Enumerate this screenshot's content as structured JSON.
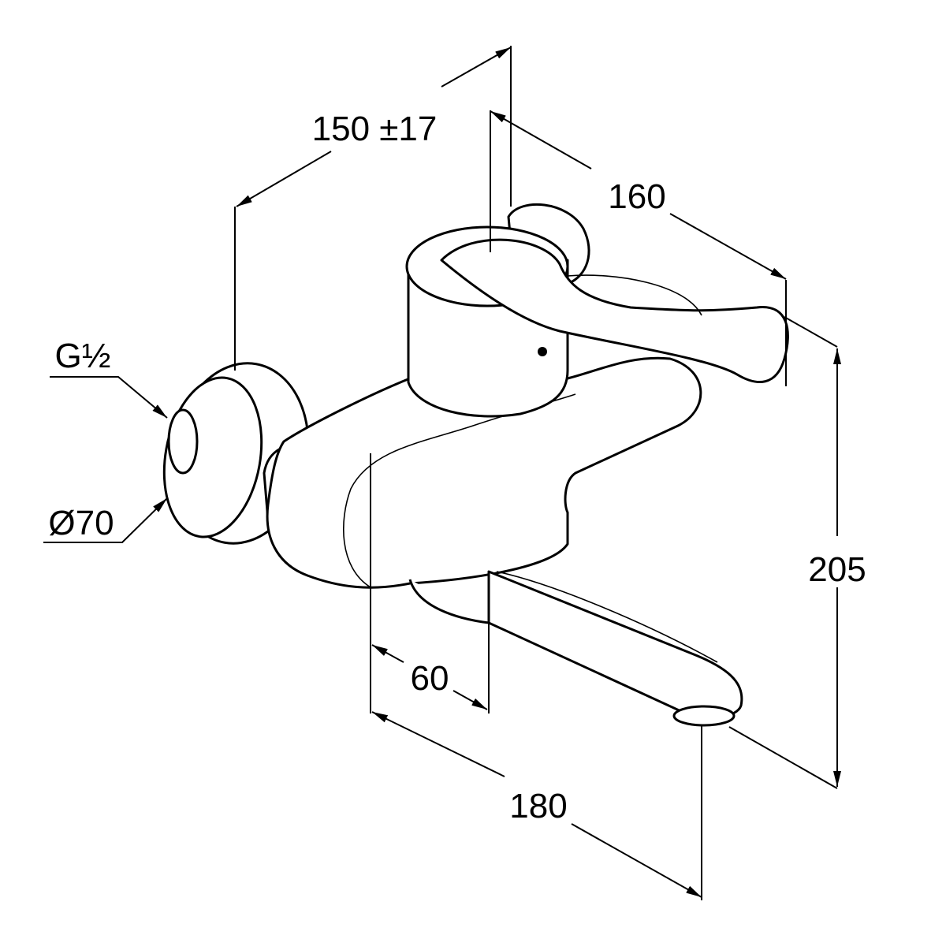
{
  "drawing": {
    "title": "Wall-mounted single lever basin mixer dimension drawing",
    "dimensions": {
      "projection": "150 ±17",
      "handle_depth": "160",
      "connection_thread": "G½",
      "rosette_diameter": "Ø70",
      "height": "205",
      "spout_offset": "60",
      "spout_reach": "180"
    },
    "colors": {
      "line": "#000000",
      "background": "#ffffff"
    }
  }
}
